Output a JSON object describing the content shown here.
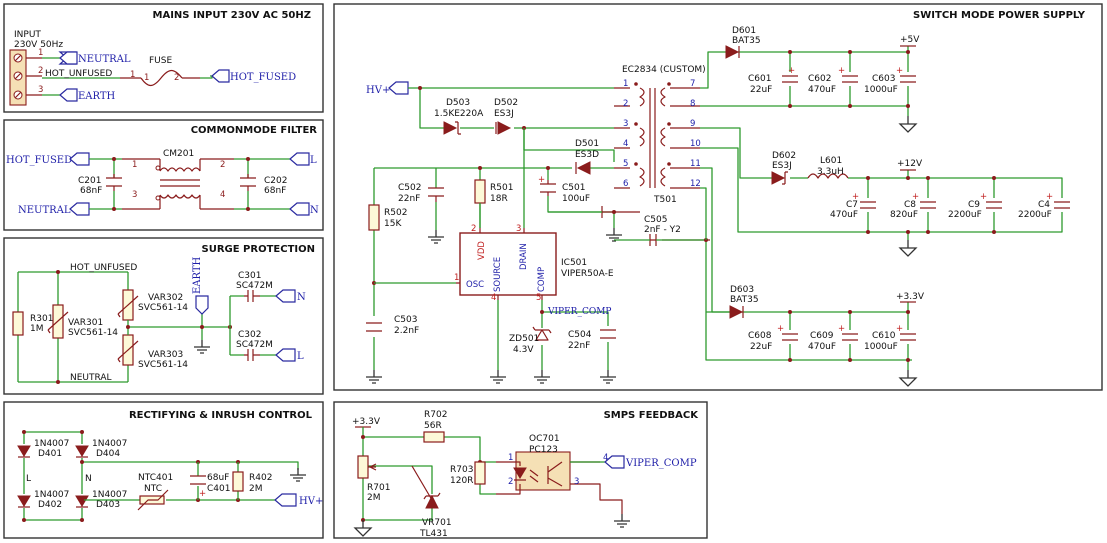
{
  "sections": {
    "mains": "MAINS INPUT 230V AC 50HZ",
    "cmf": "COMMONMODE FILTER",
    "surge": "SURGE PROTECTION",
    "rect": "RECTIFYING & INRUSH CONTROL",
    "smps": "SWITCH MODE POWER SUPPLY",
    "fb": "SMPS FEEDBACK"
  },
  "mains": {
    "input1": "INPUT",
    "input2": "230V 50Hz",
    "pins": [
      "1",
      "2",
      "3"
    ],
    "fuse_label": "FUSE",
    "fuse_pins": [
      "1",
      "1",
      "2"
    ],
    "net_hot_unfused": "HOT_UNFUSED",
    "ports": [
      "NEUTRAL",
      "EARTH",
      "HOT_FUSED"
    ]
  },
  "cmf": {
    "port_hot": "HOT_FUSED",
    "port_neutral": "NEUTRAL",
    "port_l": "L",
    "port_n": "N",
    "cm_ref": "CM201",
    "cm_pins": [
      "1",
      "2",
      "3",
      "4"
    ],
    "c201_ref": "C201",
    "c201_val": "68nF",
    "c202_ref": "C202",
    "c202_val": "68nF"
  },
  "surge": {
    "net_hot_unfused": "HOT_UNFUSED",
    "net_neutral": "NEUTRAL",
    "r301_ref": "R301",
    "r301_val": "1M",
    "var301_ref": "VAR301",
    "var301_val": "SVC561-14",
    "var302_ref": "VAR302",
    "var302_val": "SVC561-14",
    "var303_ref": "VAR303",
    "var303_val": "SVC561-14",
    "earth": "EARTH",
    "c301_ref": "C301",
    "c301_val": "SC472M",
    "c302_ref": "C302",
    "c302_val": "SC472M",
    "port_n": "N",
    "port_l": "L"
  },
  "rect": {
    "d401_val": "1N4007",
    "d401_ref": "D401",
    "d404_val": "1N4007",
    "d404_ref": "D404",
    "d402_val": "1N4007",
    "d402_ref": "D402",
    "d403_val": "1N4007",
    "d403_ref": "D403",
    "net_l": "L",
    "net_n": "N",
    "ntc_ref": "NTC401",
    "ntc_val": "NTC",
    "c401_val": "68uF",
    "c401_ref": "C401",
    "r402_ref": "R402",
    "r402_val": "2M",
    "port_hv": "HV+"
  },
  "smps": {
    "port_hv": "HV+",
    "t501_part": "EC2834 (CUSTOM)",
    "t501_ref": "T501",
    "pins_left": [
      "1",
      "2",
      "3",
      "4",
      "5",
      "6"
    ],
    "pins_right": [
      "7",
      "8",
      "9",
      "10",
      "11",
      "12"
    ],
    "d503_ref": "D503",
    "d503_val": "1.5KE220A",
    "d502_ref": "D502",
    "d502_val": "ES3J",
    "d501_ref": "D501",
    "d501_val": "ES3D",
    "c502_ref": "C502",
    "c502_val": "22nF",
    "r501_ref": "R501",
    "r501_val": "18R",
    "c501_ref": "C501",
    "c501_val": "100uF",
    "r502_ref": "R502",
    "r502_val": "15K",
    "c505_ref": "C505",
    "c505_val": "2nF - Y2",
    "ic_pins": [
      "VDD",
      "DRAIN",
      "OSC",
      "SOURCE",
      "COMP"
    ],
    "ic_pin_nums": [
      "2",
      "3",
      "1",
      "4",
      "5"
    ],
    "ic_ref": "IC501",
    "ic_val": "VIPER50A-E",
    "c503_ref": "C503",
    "c503_val": "2.2nF",
    "net_viper_comp": "VIPER_COMP",
    "zd501_ref": "ZD501",
    "zd501_val": "4.3V",
    "c504_ref": "C504",
    "c504_val": "22nF",
    "d601_ref": "D601",
    "d601_val": "BAT35",
    "c601_ref": "C601",
    "c601_val": "22uF",
    "c602_ref": "C602",
    "c602_val": "470uF",
    "c603_ref": "C603",
    "c603_val": "1000uF",
    "rail_5v": "+5V",
    "d602_ref": "D602",
    "d602_val": "ES3J",
    "l601_ref": "L601",
    "l601_val": "3.3uH",
    "rail_12v": "+12V",
    "c7_ref": "C7",
    "c7_val": "470uF",
    "c8_ref": "C8",
    "c8_val": "820uF",
    "c9_ref": "C9",
    "c9_val": "2200uF",
    "c4_ref": "C4",
    "c4_val": "2200uF",
    "d603_ref": "D603",
    "d603_val": "BAT35",
    "rail_33v": "+3.3V",
    "c608_ref": "C608",
    "c608_val": "22uF",
    "c609_ref": "C609",
    "c609_val": "470uF",
    "c610_ref": "C610",
    "c610_val": "1000uF"
  },
  "fb": {
    "rail": "+3.3V",
    "r702_ref": "R702",
    "r702_val": "56R",
    "r701_ref": "R701",
    "r701_val": "2M",
    "r703_ref": "R703",
    "r703_val": "120R",
    "vr701_ref": "VR701",
    "vr701_val": "TL431",
    "oc_ref": "OC701",
    "oc_val": "PC123",
    "oc_pins": [
      "1",
      "2",
      "3",
      "4"
    ],
    "port_viper": "VIPER_COMP"
  }
}
